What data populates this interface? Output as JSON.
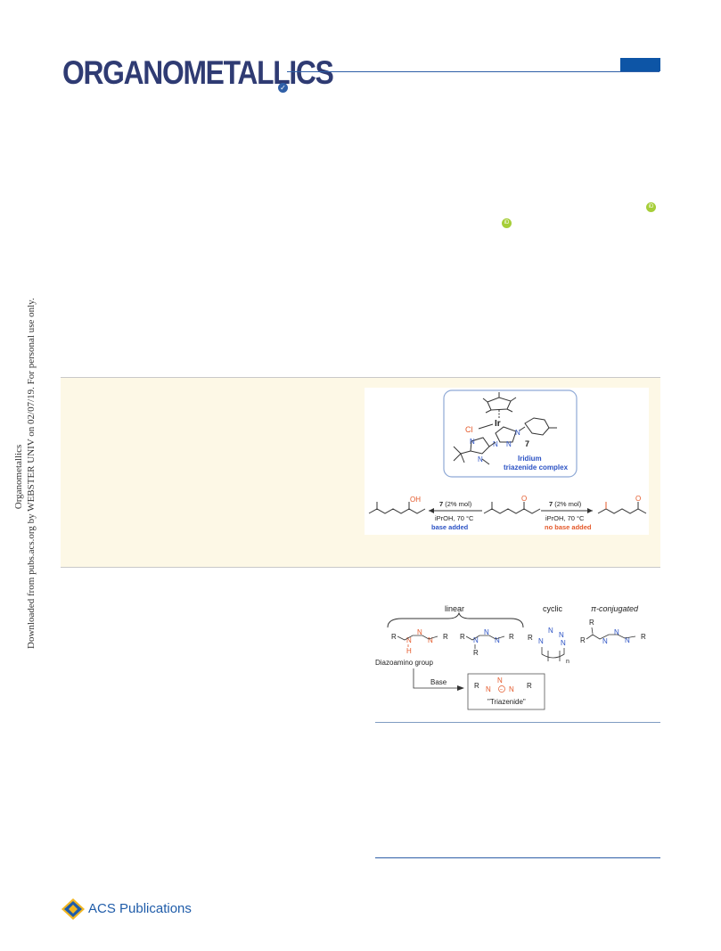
{
  "header": {
    "journal_name": "ORGANOMETALLICS",
    "check_icon": "check-circle-icon",
    "accent_color": "#2f3b73",
    "rule_color": "#0d55a6"
  },
  "side_note": {
    "line1": "Organometallics",
    "line2": "Downloaded from pubs.acs.org by WEBSTER UNIV on 02/07/19. For personal use only."
  },
  "orcid": {
    "label": "iD",
    "icon": "orcid-icon"
  },
  "toc_graphic": {
    "metal": "Ir",
    "chloride": "Cl",
    "compound_number": "7",
    "n_label": "N",
    "complex_label_line1": "Iridium",
    "complex_label_line2": "triazenide complex",
    "oh_label": "OH",
    "o_label": "O",
    "left_arrow": {
      "catalyst": "7",
      "loading": " (2% mol)",
      "conditions": "iPrOH, 70 °C",
      "note": "base added"
    },
    "right_arrow": {
      "catalyst": "7",
      "loading": " (2% mol)",
      "conditions": "iPrOH, 70 °C",
      "note": "no base added"
    }
  },
  "scheme": {
    "linear_label": "linear",
    "cyclic_label": "cyclic",
    "conjugated_label": "π-conjugated",
    "r": "R",
    "n": "N",
    "h": "H",
    "ring_index": "n",
    "diazoamino_label": "Diazoamino group",
    "base_label": "Base",
    "triazenide_label": "\"Triazenide\"",
    "minus_sign": "−"
  },
  "footer": {
    "publisher": "ACS Publications",
    "logo_icon": "acs-shield-icon",
    "publisher_color": "#1f5ca9"
  }
}
